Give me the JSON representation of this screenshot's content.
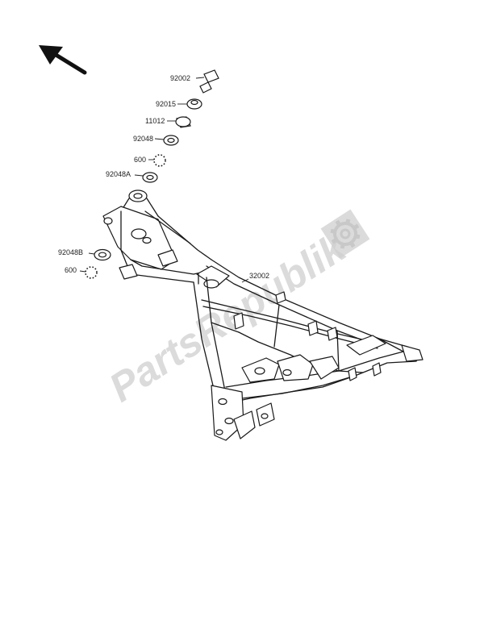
{
  "labels": {
    "p92002": "92002",
    "p92015": "92015",
    "p11012": "11012",
    "p92048": "92048",
    "p600a": "600",
    "p92048A": "92048A",
    "p92048B": "92048B",
    "p600b": "600",
    "p32002": "32002"
  },
  "watermark": {
    "text": "PartsRepublik",
    "icon": "gear-icon"
  },
  "direction_arrow": {
    "icon": "arrow-up-left-icon"
  }
}
